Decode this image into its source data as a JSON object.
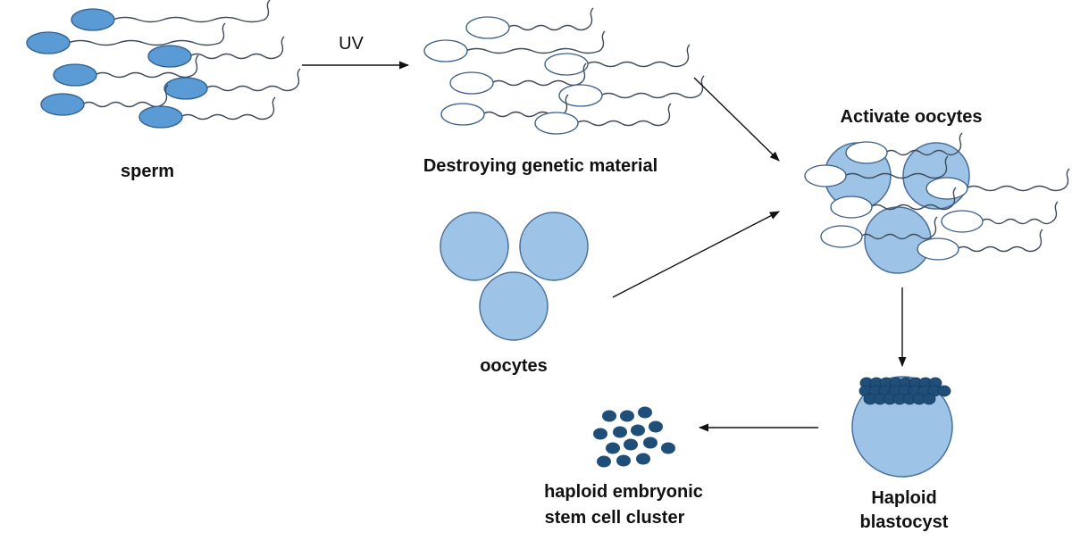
{
  "labels": {
    "sperm": "sperm",
    "uv": "UV",
    "destroying": "Destroying genetic material",
    "oocytes": "oocytes",
    "activate": "Activate oocytes",
    "blastocyst_line1": "Haploid",
    "blastocyst_line2": "blastocyst",
    "cluster_line1": "haploid embryonic",
    "cluster_line2": "stem cell cluster"
  },
  "colors": {
    "sperm_head": "#5b9bd5",
    "sperm_head_stroke": "#2e5f8f",
    "destroyed_head": "#ffffff",
    "destroyed_stroke": "#3d5f86",
    "oocyte_fill": "#9dc3e6",
    "oocyte_stroke": "#4a6f9a",
    "stem_cell": "#1f4e79",
    "tail": "#3f4a5a",
    "arrow": "#111111"
  }
}
